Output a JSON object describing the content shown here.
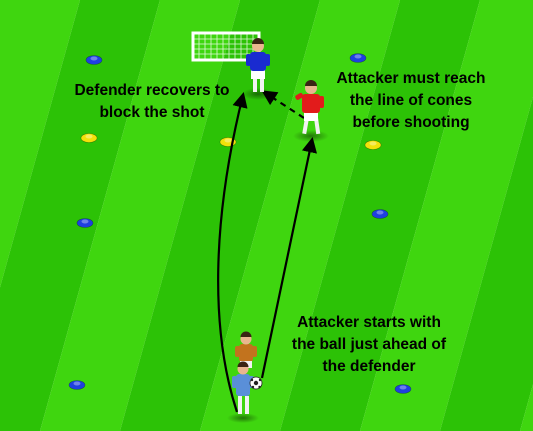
{
  "colors": {
    "pitch_light": "#3fd60f",
    "pitch_dark": "#2cc206",
    "cone_blue": "#1f3fe0",
    "cone_yellow": "#f2e20a",
    "defender_shirt": "#1a2bd0",
    "attacker_shirt": "#e21b1b",
    "waiting_player_shirt": "#c2731e",
    "arrow": "#000000"
  },
  "labels": {
    "defender_note": [
      "Defender recovers to",
      "block the shot"
    ],
    "attacker_reach_note": [
      "Attacker must reach",
      "the line of cones",
      "before shooting"
    ],
    "attacker_start_note": [
      "Attacker starts with",
      "the ball just ahead of",
      "the defender"
    ]
  },
  "icons": {
    "goal": "goal-icon",
    "cone": "cone-icon",
    "player": "player-icon",
    "ball": "ball-icon"
  }
}
